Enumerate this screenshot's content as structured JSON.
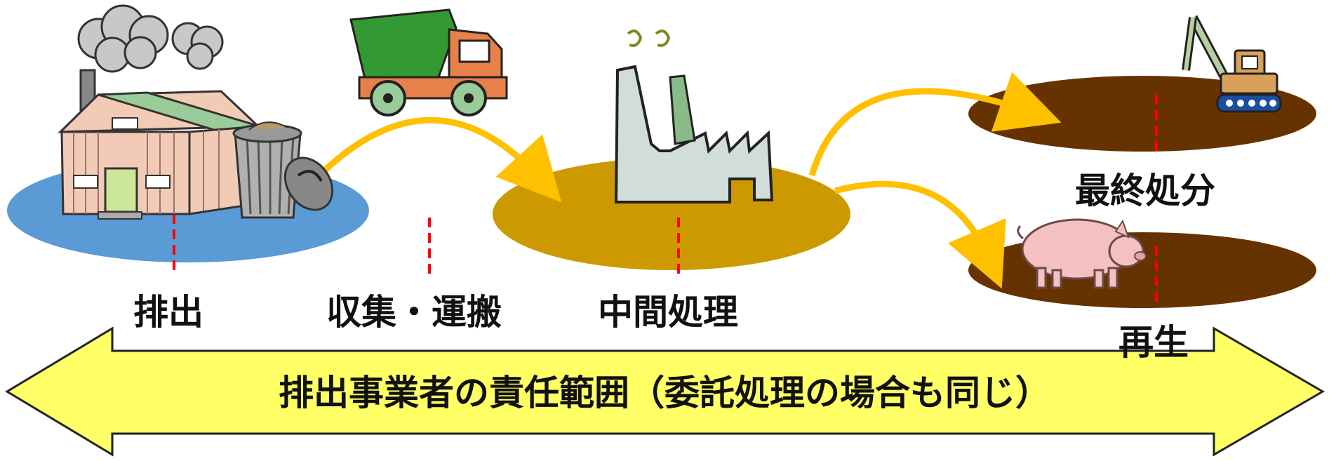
{
  "stages": {
    "discharge": "排出",
    "collection": "収集・運搬",
    "intermediate": "中間処理",
    "final_disposal": "最終処分",
    "recycling": "再生"
  },
  "banner": "排出事業者の責任範囲（委託処理の場合も同じ）",
  "colors": {
    "blue_pond": "#5b9bd5",
    "gold_pond": "#cc9900",
    "brown_pond": "#663300",
    "arrow_gold": "#ffc000",
    "banner_yellow": "#ffff66",
    "dashed_red": "#ff0000"
  },
  "icons": [
    "house-icon",
    "trash-can-icon",
    "dump-truck-icon",
    "factory-icon",
    "excavator-icon",
    "pig-icon"
  ]
}
